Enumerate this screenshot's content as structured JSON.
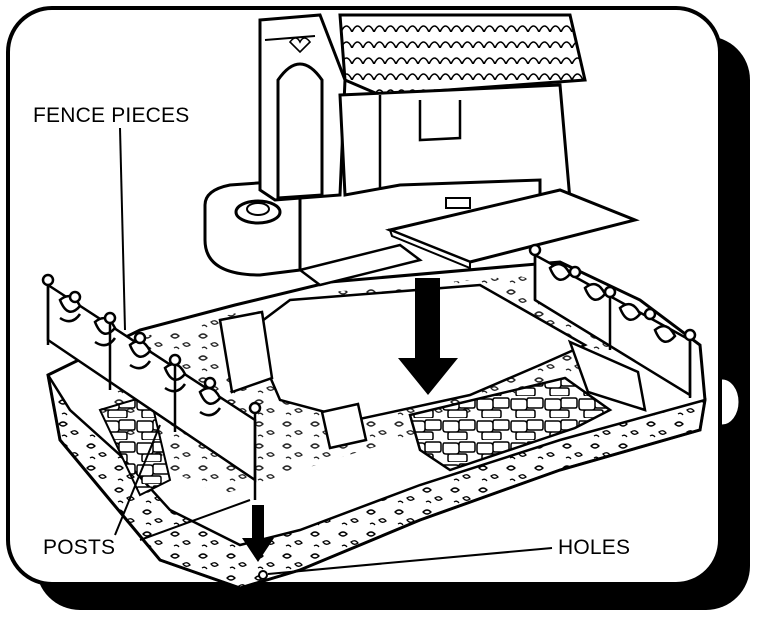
{
  "figure": {
    "labels": {
      "fence_pieces": "FENCE PIECES",
      "posts": "POSTS",
      "holes": "HOLES"
    },
    "colors": {
      "ink": "#000000",
      "paper": "#ffffff"
    }
  }
}
